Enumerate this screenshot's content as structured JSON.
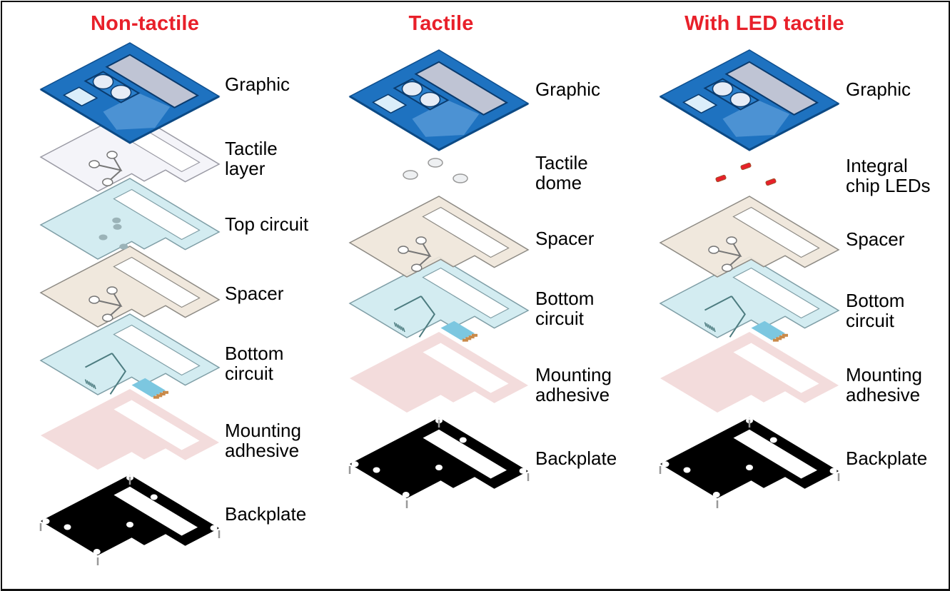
{
  "colors": {
    "title_red": "#e8202a",
    "graphic_blue": "#1e72c0",
    "circuit_cyan": "#cfeaf0",
    "spacer_beige": "#efe6da",
    "adhesive_pink": "#f2d9d9",
    "backplate_black": "#000000",
    "led_red": "#e8202a"
  },
  "columns": [
    {
      "title": "Non-tactile",
      "layers": [
        {
          "type": "graphic",
          "label": "Graphic"
        },
        {
          "type": "tactile_layer",
          "label": "Tactile\nlayer"
        },
        {
          "type": "top_circuit",
          "label": "Top circuit"
        },
        {
          "type": "spacer",
          "label": "Spacer"
        },
        {
          "type": "bottom_circuit",
          "label": "Bottom\ncircuit"
        },
        {
          "type": "adhesive",
          "label": "Mounting\nadhesive"
        },
        {
          "type": "backplate",
          "label": "Backplate"
        }
      ]
    },
    {
      "title": "Tactile",
      "layers": [
        {
          "type": "graphic",
          "label": "Graphic"
        },
        {
          "type": "domes",
          "label": "Tactile\ndome"
        },
        {
          "type": "spacer",
          "label": "Spacer"
        },
        {
          "type": "bottom_circuit",
          "label": "Bottom\ncircuit"
        },
        {
          "type": "adhesive",
          "label": "Mounting\nadhesive"
        },
        {
          "type": "backplate",
          "label": "Backplate"
        }
      ]
    },
    {
      "title": "With LED tactile",
      "layers": [
        {
          "type": "graphic",
          "label": "Graphic"
        },
        {
          "type": "leds",
          "label": "Integral\nchip LEDs"
        },
        {
          "type": "spacer",
          "label": "Spacer"
        },
        {
          "type": "bottom_circuit",
          "label": "Bottom\ncircuit"
        },
        {
          "type": "adhesive",
          "label": "Mounting\nadhesive"
        },
        {
          "type": "backplate",
          "label": "Backplate"
        }
      ]
    }
  ]
}
